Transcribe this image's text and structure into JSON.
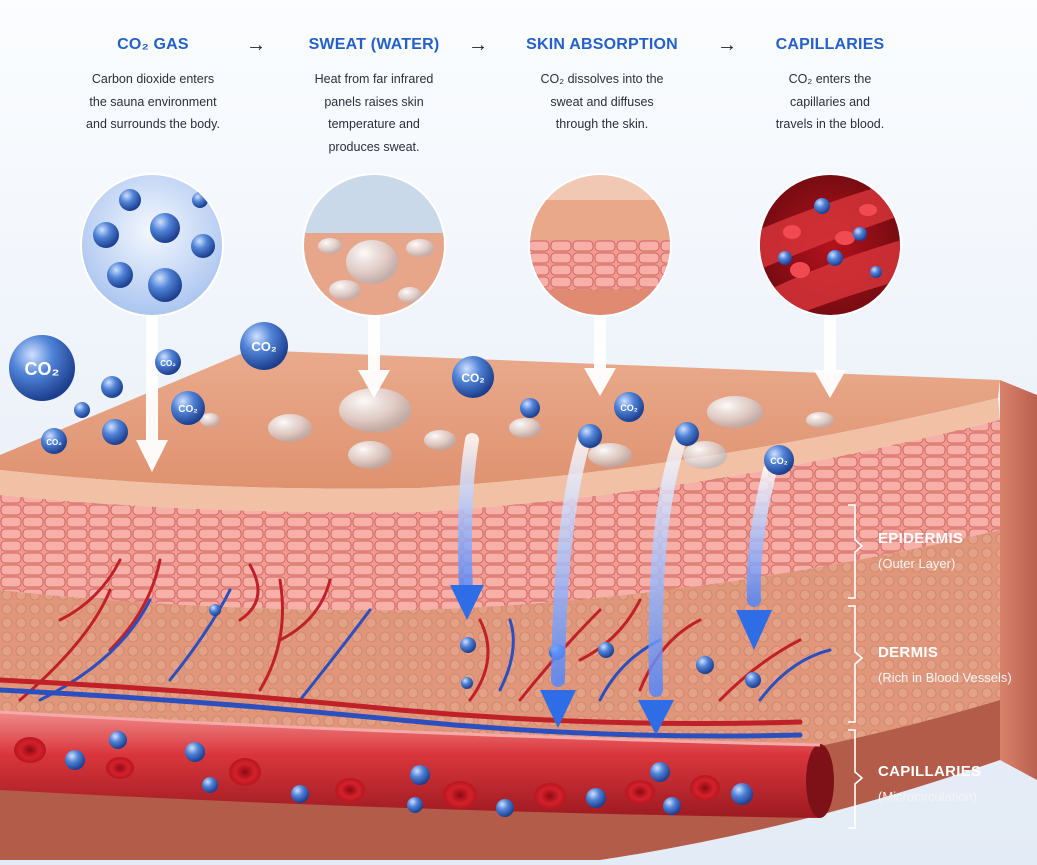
{
  "steps": [
    {
      "title": "CO₂ GAS",
      "lines": [
        "Carbon dioxide enters",
        "the sauna environment",
        "and surrounds the body."
      ]
    },
    {
      "title": "SWEAT (WATER)",
      "lines": [
        "Heat from far infrared",
        "panels raises skin",
        "temperature and",
        "produces sweat."
      ]
    },
    {
      "title": "SKIN ABSORPTION",
      "lines": [
        "CO₂ dissolves into the",
        "sweat and diffuses",
        "through the skin."
      ]
    },
    {
      "title": "CAPILLARIES",
      "lines": [
        "CO₂ enters the",
        "capillaries and",
        "travels in the blood."
      ]
    }
  ],
  "arrow_glyph": "→",
  "molecule_text": "CO₂",
  "layers": [
    {
      "name": "EPIDERMIS",
      "sub": "(Outer Layer)"
    },
    {
      "name": "DERMIS",
      "sub": "(Rich in Blood Vessels)"
    },
    {
      "name": "CAPILLARIES",
      "sub": "(Microcirculation)"
    }
  ],
  "colors": {
    "title_blue": "#2460c8",
    "skin_top": "#e8a07e",
    "skin_side": "#e38870",
    "epidermis": "#ef8e86",
    "dermis": "#e9a88c",
    "vessel_red": "#c8202a",
    "vessel_blue": "#2b4fbf",
    "molecule": "#3f72cc"
  }
}
